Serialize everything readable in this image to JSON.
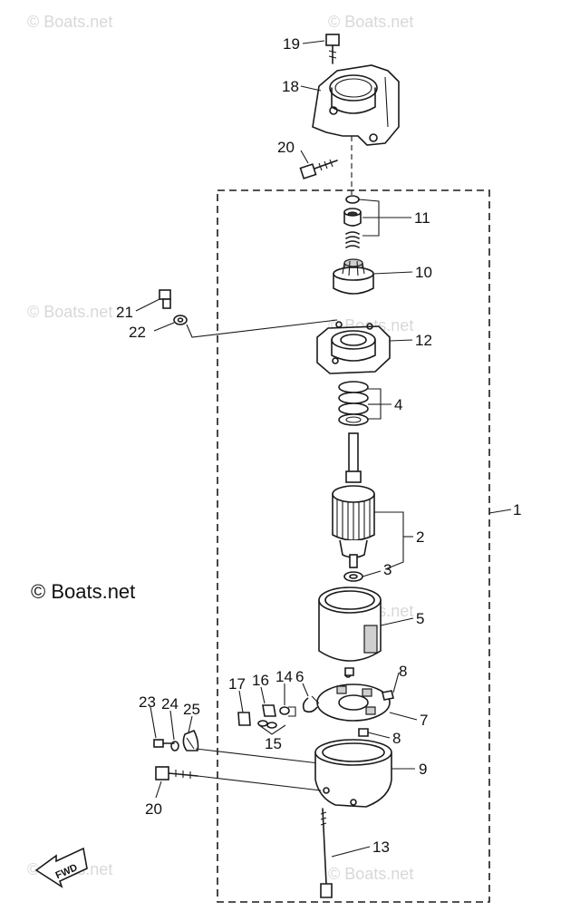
{
  "watermark": "© Boats.net",
  "copyright": "© Boats.net",
  "direction_label": "FWD",
  "callouts": {
    "c1": "1",
    "c2": "2",
    "c3": "3",
    "c4": "4",
    "c5": "5",
    "c6": "6",
    "c7": "7",
    "c8a": "8",
    "c8b": "8",
    "c9": "9",
    "c10": "10",
    "c11": "11",
    "c12": "12",
    "c13": "13",
    "c14": "14",
    "c15": "15",
    "c16": "16",
    "c17": "17",
    "c18": "18",
    "c19": "19",
    "c20a": "20",
    "c20b": "20",
    "c21": "21",
    "c22": "22",
    "c23": "23",
    "c24": "24",
    "c25": "25"
  }
}
